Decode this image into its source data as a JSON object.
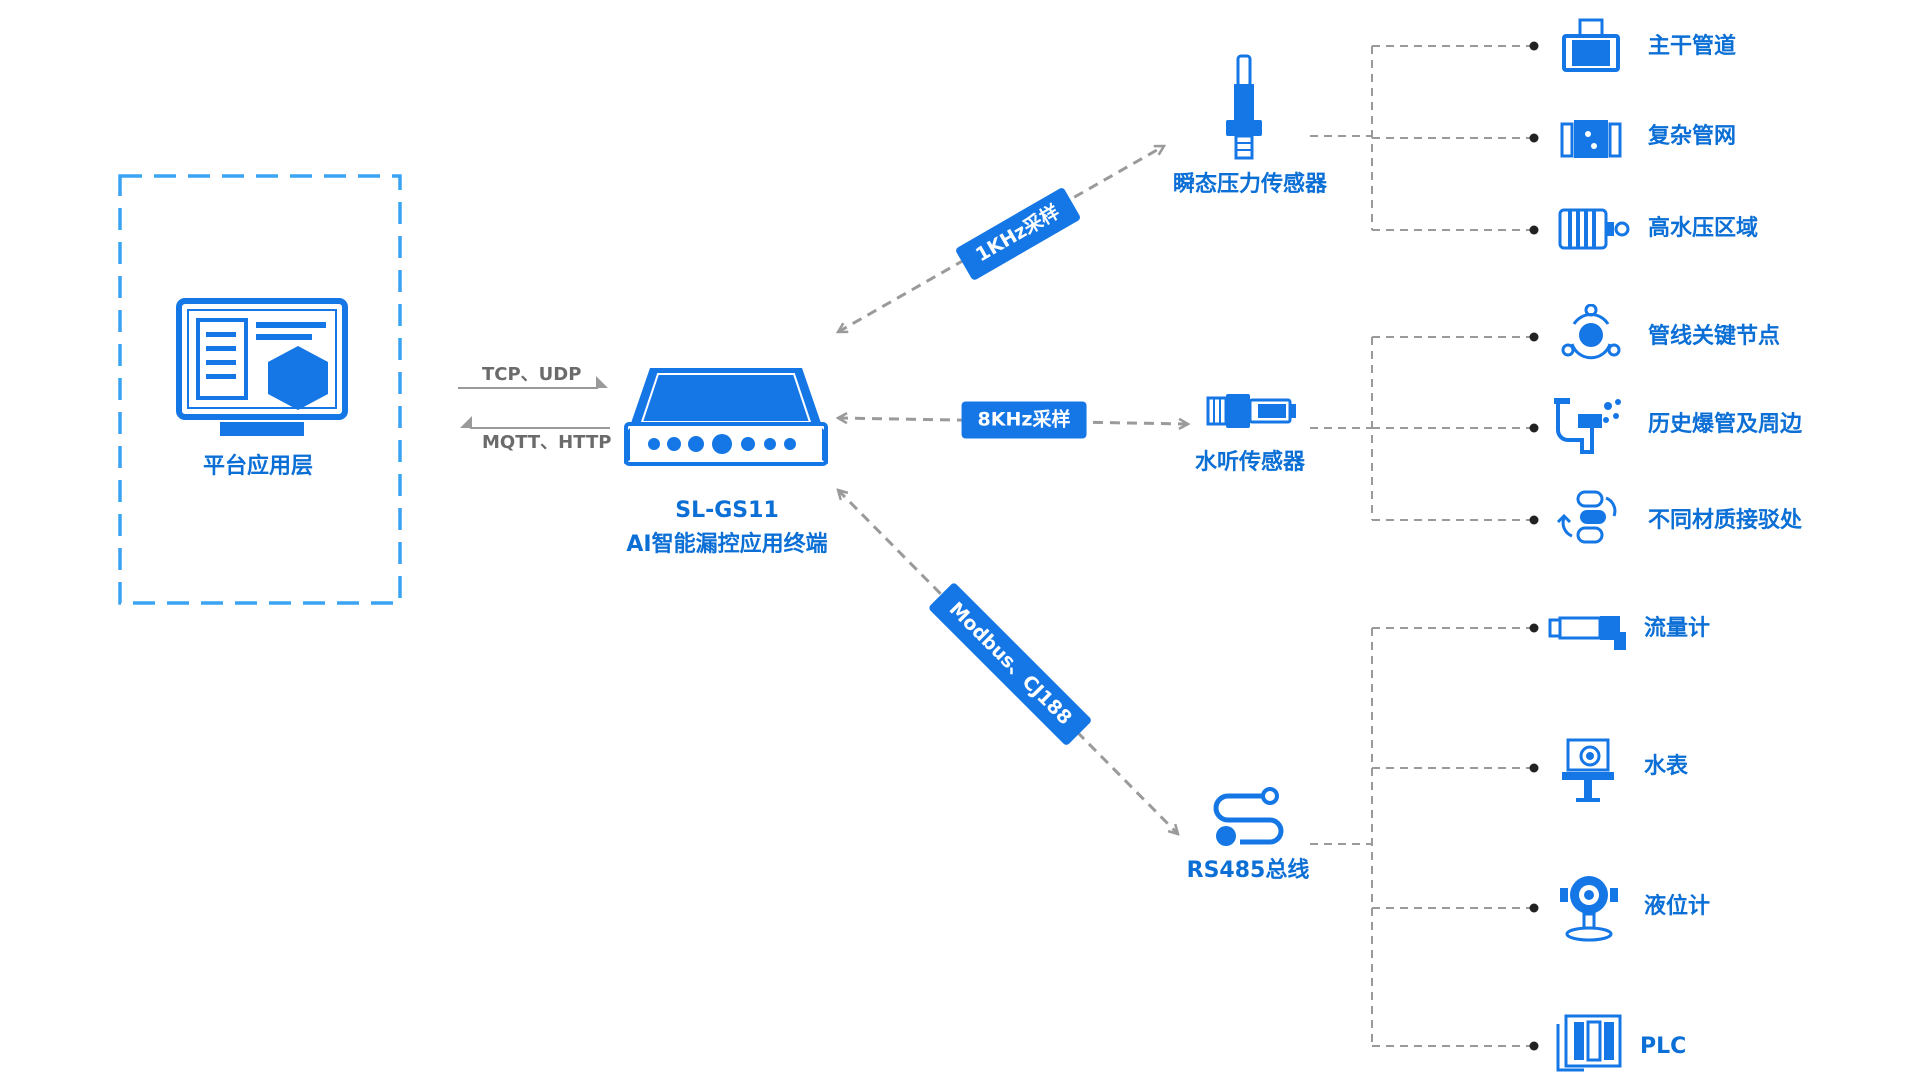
{
  "colors": {
    "primary": "#1577e6",
    "text_blue": "#0b6fd6",
    "line_gray": "#9a9a9a",
    "frame_blue": "#3aa3f2"
  },
  "platform": {
    "label": "平台应用层",
    "icon": "monitor-icon"
  },
  "protocols": {
    "upstream": "TCP、UDP",
    "downstream": "MQTT、HTTP"
  },
  "device": {
    "model": "SL-GS11",
    "name": "AI智能漏控应用终端",
    "icon": "gateway-device-icon"
  },
  "links": [
    {
      "id": "pressure",
      "badge": "1KHz采样"
    },
    {
      "id": "hydrophone",
      "badge": "8KHz采样"
    },
    {
      "id": "rs485",
      "badge": "Modbus、CJ188"
    }
  ],
  "sensors": [
    {
      "id": "pressure",
      "label": "瞬态压力传感器",
      "icon": "pressure-sensor-icon",
      "targets": [
        {
          "label": "主干管道",
          "icon": "main-pipe-icon"
        },
        {
          "label": "复杂管网",
          "icon": "pipe-network-icon"
        },
        {
          "label": "高水压区域",
          "icon": "high-pressure-zone-icon"
        }
      ]
    },
    {
      "id": "hydrophone",
      "label": "水听传感器",
      "icon": "hydrophone-icon",
      "targets": [
        {
          "label": "管线关键节点",
          "icon": "key-node-icon"
        },
        {
          "label": "历史爆管及周边",
          "icon": "burst-pipe-icon"
        },
        {
          "label": "不同材质接驳处",
          "icon": "material-joint-icon"
        }
      ]
    },
    {
      "id": "rs485",
      "label": "RS485总线",
      "icon": "bus-icon",
      "targets": [
        {
          "label": "流量计",
          "icon": "flowmeter-icon"
        },
        {
          "label": "水表",
          "icon": "water-meter-icon"
        },
        {
          "label": "液位计",
          "icon": "level-gauge-icon"
        },
        {
          "label": "PLC",
          "icon": "plc-icon"
        }
      ]
    }
  ]
}
